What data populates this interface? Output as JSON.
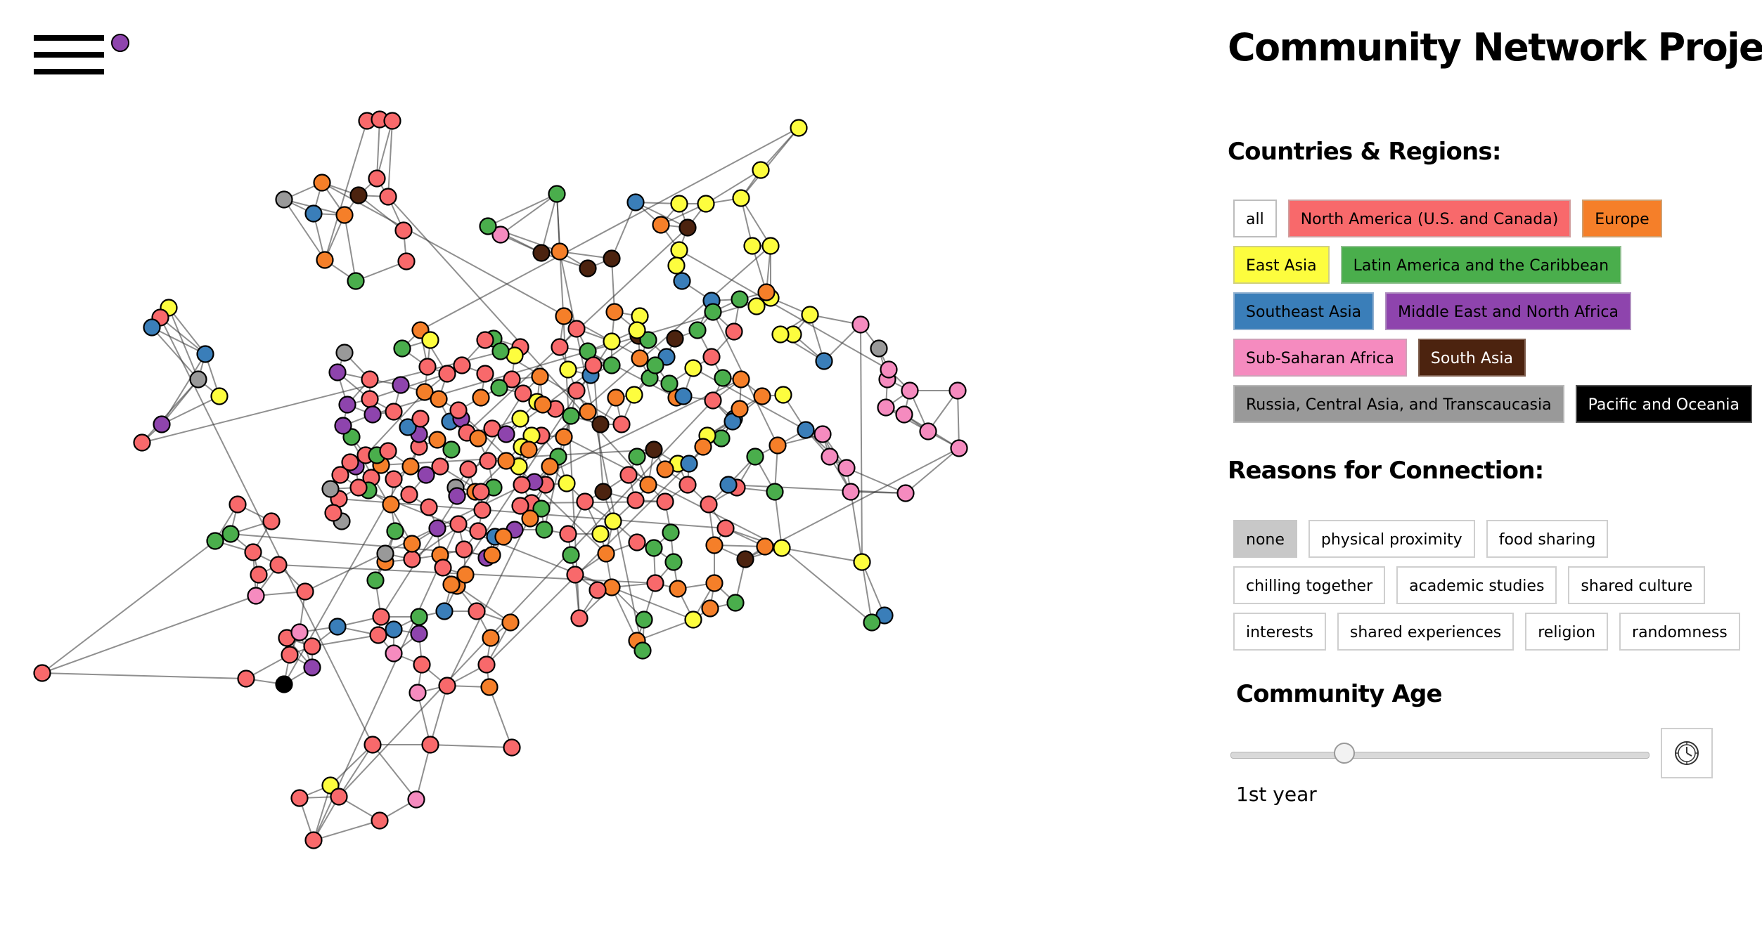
{
  "app": {
    "title": "Community Network Project"
  },
  "regions": {
    "heading": "Countries & Regions:",
    "rows": [
      [
        {
          "label": "all",
          "bg": "#ffffff",
          "fg": "#000000",
          "border": "#bdbdbd"
        },
        {
          "label": "North America (U.S. and Canada)",
          "bg": "#f8696b",
          "fg": "#000000",
          "border": "#d0a0a0"
        },
        {
          "label": "Europe",
          "bg": "#f57f29",
          "fg": "#000000",
          "border": "#d0a070"
        }
      ],
      [
        {
          "label": "East Asia",
          "bg": "#fdfd3e",
          "fg": "#000000",
          "border": "#d0d080"
        },
        {
          "label": "Latin America and the Caribbean",
          "bg": "#4aae4c",
          "fg": "#000000",
          "border": "#90c090"
        }
      ],
      [
        {
          "label": "Southeast Asia",
          "bg": "#3a7eb9",
          "fg": "#000000",
          "border": "#90b0d0"
        },
        {
          "label": "Middle East and North Africa",
          "bg": "#8e44ad",
          "fg": "#000000",
          "border": "#b090c0"
        }
      ],
      [
        {
          "label": "Sub-Saharan Africa",
          "bg": "#f58bbf",
          "fg": "#000000",
          "border": "#d0a0b8"
        },
        {
          "label": "South Asia",
          "bg": "#4c230f",
          "fg": "#ffffff",
          "border": "#806050"
        }
      ],
      [
        {
          "label": "Russia, Central Asia, and Transcaucasia",
          "bg": "#999999",
          "fg": "#000000",
          "border": "#b8b8b8"
        },
        {
          "label": "Pacific and Oceania",
          "bg": "#000000",
          "fg": "#ffffff",
          "border": "#555555"
        }
      ]
    ]
  },
  "reasons": {
    "heading": "Reasons for Connection:",
    "rows": [
      [
        {
          "label": "none",
          "active": true
        },
        {
          "label": "physical proximity",
          "active": false
        },
        {
          "label": "food sharing",
          "active": false
        }
      ],
      [
        {
          "label": "chilling together",
          "active": false
        },
        {
          "label": "academic studies",
          "active": false
        },
        {
          "label": "shared culture",
          "active": false
        }
      ],
      [
        {
          "label": "interests",
          "active": false
        },
        {
          "label": "shared experiences",
          "active": false
        },
        {
          "label": "religion",
          "active": false
        },
        {
          "label": "randomness",
          "active": false
        }
      ]
    ]
  },
  "community_age": {
    "heading": "Community Age",
    "value_label": "1st year",
    "slider_fraction": 0.26
  },
  "icons": {
    "menu": "hamburger-menu-icon",
    "play": "clock-icon"
  },
  "colors": {
    "na": "#f8696b",
    "eu": "#f57f29",
    "ea": "#fdfd3e",
    "la": "#4aae4c",
    "se": "#3a7eb9",
    "me": "#8e44ad",
    "af": "#f58bbf",
    "sa": "#4c230f",
    "ru": "#999999",
    "pa": "#000000"
  }
}
